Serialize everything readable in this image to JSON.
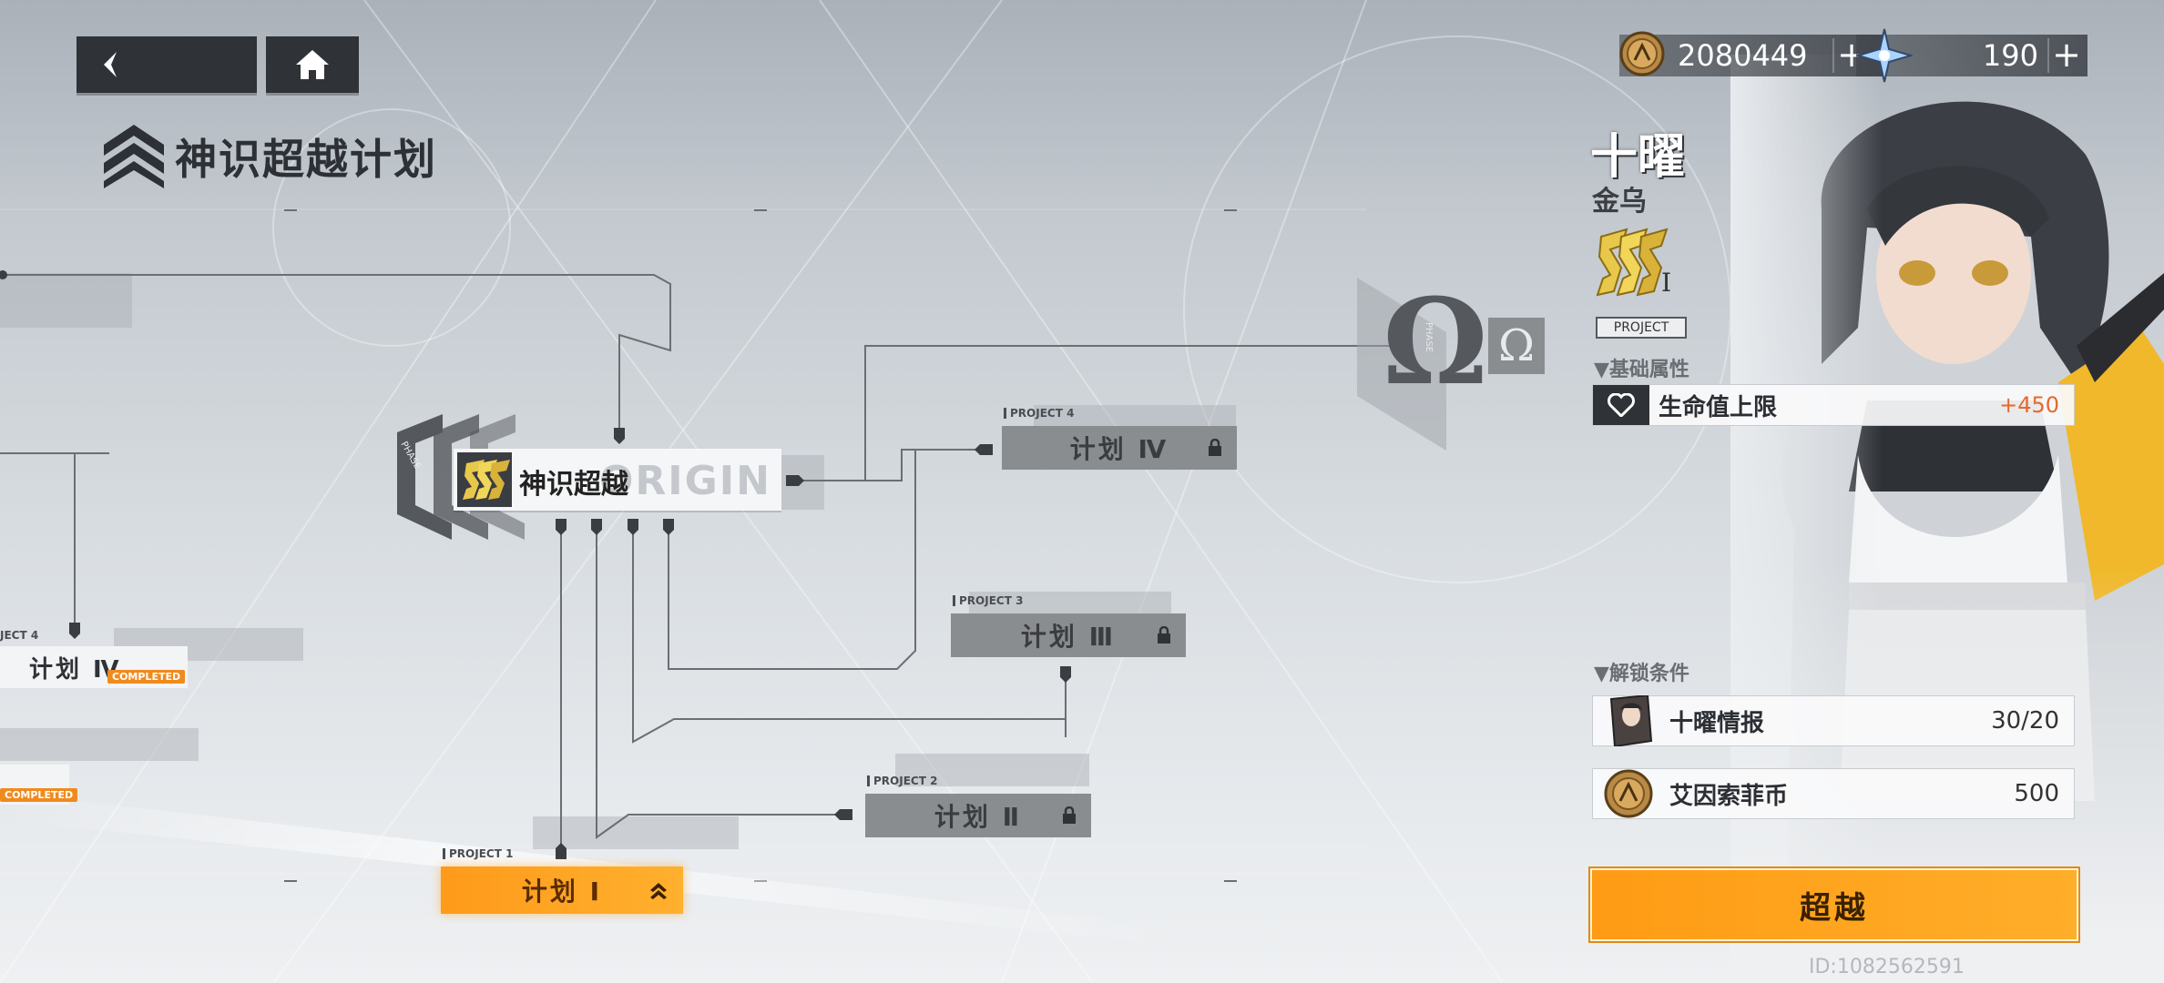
{
  "header": {
    "title": "神识超越计划"
  },
  "currency": {
    "coins": "2080449",
    "gems": "190",
    "plus": "+"
  },
  "tree": {
    "root": {
      "label": "神识超越",
      "watermark": "ORIGIN",
      "phase": "PHASE"
    },
    "omega": {
      "symbol": "Ω",
      "phase": "PHASE"
    },
    "plans": [
      {
        "tag": "PROJECT 1",
        "label": "计划 Ⅰ",
        "state": "active"
      },
      {
        "tag": "PROJECT 2",
        "label": "计划 Ⅱ",
        "state": "locked"
      },
      {
        "tag": "PROJECT 3",
        "label": "计划 Ⅲ",
        "state": "locked"
      },
      {
        "tag": "PROJECT 4",
        "label": "计划 Ⅳ",
        "state": "locked"
      }
    ],
    "left": {
      "tag": "JECT 4",
      "label": "计划 Ⅳ",
      "completed": "COMPLETED",
      "completed2": "COMPLETED"
    }
  },
  "panel": {
    "name": "十曜",
    "subtitle": "金乌",
    "badge_level": "I",
    "badge_label": "PROJECT",
    "attr_header": "▼基础属性",
    "attr": {
      "name": "生命值上限",
      "value": "+450"
    },
    "unlock_header": "▼解锁条件",
    "requirements": [
      {
        "name": "十曜情报",
        "value": "30/20"
      },
      {
        "name": "艾因索菲币",
        "value": "500"
      }
    ],
    "action": "超越",
    "uid": "ID:1082562591"
  },
  "colors": {
    "accent": "#ffa41f",
    "plus_value": "#e8682a",
    "node_locked": "#8a8d90",
    "dark": "#2f3236"
  }
}
